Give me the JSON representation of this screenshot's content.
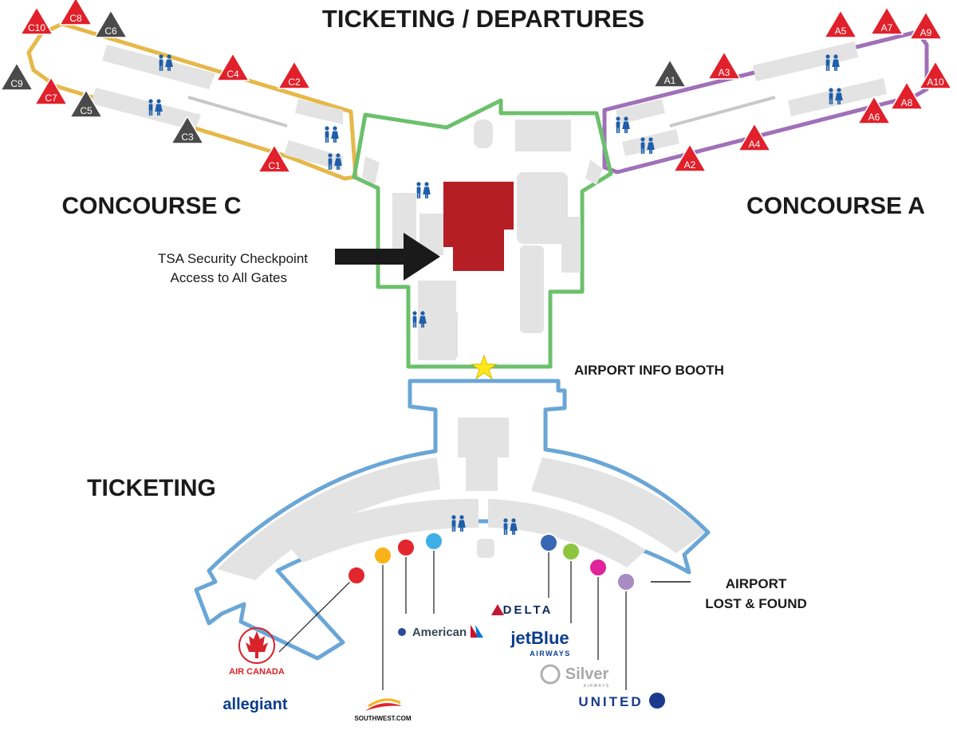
{
  "titles": {
    "top": "TICKETING / DEPARTURES",
    "concourse_c": "CONCOURSE C",
    "concourse_a": "CONCOURSE A",
    "ticketing": "TICKETING"
  },
  "callouts": {
    "tsa_line1": "TSA Security Checkpoint",
    "tsa_line2": "Access to All Gates",
    "info_booth": "AIRPORT INFO BOOTH",
    "lost_found_line1": "AIRPORT",
    "lost_found_line2": "LOST & FOUND"
  },
  "colors": {
    "concourse_c_outline": "#e6b84a",
    "concourse_a_outline": "#a070b8",
    "central_outline": "#6cc06c",
    "ticketing_outline": "#6aa6d6",
    "checkpoint": "#b51e24",
    "gate_red": "#e0202a",
    "gate_gray": "#4a4a4a",
    "restroom": "#1f5ea8",
    "info_star": "#ffe81a"
  },
  "gates": {
    "concourse_c": [
      {
        "id": "C10",
        "status": "red"
      },
      {
        "id": "C8",
        "status": "red"
      },
      {
        "id": "C6",
        "status": "gray"
      },
      {
        "id": "C4",
        "status": "red"
      },
      {
        "id": "C2",
        "status": "red"
      },
      {
        "id": "C9",
        "status": "gray"
      },
      {
        "id": "C7",
        "status": "red"
      },
      {
        "id": "C5",
        "status": "gray"
      },
      {
        "id": "C3",
        "status": "gray"
      },
      {
        "id": "C1",
        "status": "red"
      }
    ],
    "concourse_a": [
      {
        "id": "A5",
        "status": "red"
      },
      {
        "id": "A7",
        "status": "red"
      },
      {
        "id": "A9",
        "status": "red"
      },
      {
        "id": "A1",
        "status": "gray"
      },
      {
        "id": "A3",
        "status": "red"
      },
      {
        "id": "A10",
        "status": "red"
      },
      {
        "id": "A8",
        "status": "red"
      },
      {
        "id": "A6",
        "status": "red"
      },
      {
        "id": "A4",
        "status": "red"
      },
      {
        "id": "A2",
        "status": "red"
      }
    ]
  },
  "airlines": [
    {
      "name": "AIR CANADA",
      "dot_color": "#e3262d"
    },
    {
      "name": "allegiant",
      "dot_color": "#f9b21a"
    },
    {
      "name": "SOUTHWEST.COM",
      "dot_color": "#e3262d"
    },
    {
      "name": "American",
      "dot_color": "#3fb0e6"
    },
    {
      "name": "DELTA",
      "dot_color": "#3868b4"
    },
    {
      "name": "jetBlue",
      "sub": "AIRWAYS",
      "dot_color": "#8cc63f"
    },
    {
      "name": "Silver",
      "sub": "AIRWAYS",
      "dot_color": "#e0259b"
    },
    {
      "name": "UNITED",
      "dot_color": "#a98bc4"
    }
  ]
}
